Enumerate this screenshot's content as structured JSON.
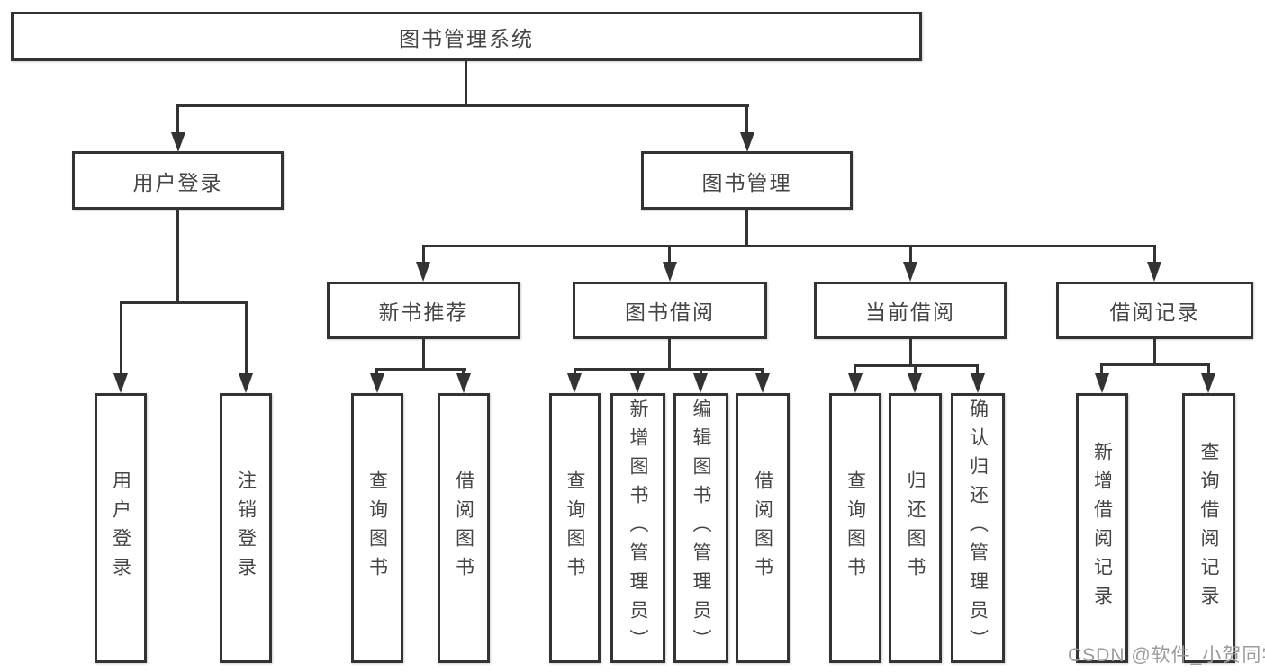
{
  "diagram": {
    "title": "图书管理系统",
    "branches": [
      {
        "label": "用户登录",
        "children": [
          "用户登录",
          "注销登录"
        ]
      },
      {
        "label": "图书管理",
        "children": [
          {
            "label": "新书推荐",
            "children": [
              "查询图书",
              "借阅图书"
            ]
          },
          {
            "label": "图书借阅",
            "children": [
              "查询图书",
              "新增图书（管理员）",
              "编辑图书（管理员）",
              "借阅图书"
            ]
          },
          {
            "label": "当前借阅",
            "children": [
              "查询图书",
              "归还图书",
              "确认归还（管理员）"
            ]
          },
          {
            "label": "借阅记录",
            "children": [
              "新增借阅记录",
              "查询借阅记录"
            ]
          }
        ]
      }
    ],
    "watermark": "CSDN @软件_小贺同学",
    "colors": {
      "line": "#333333",
      "text": "#454545",
      "box_background": "#ffffff",
      "watermark": "#9b9b9b",
      "page_background": "#ffffff"
    }
  }
}
